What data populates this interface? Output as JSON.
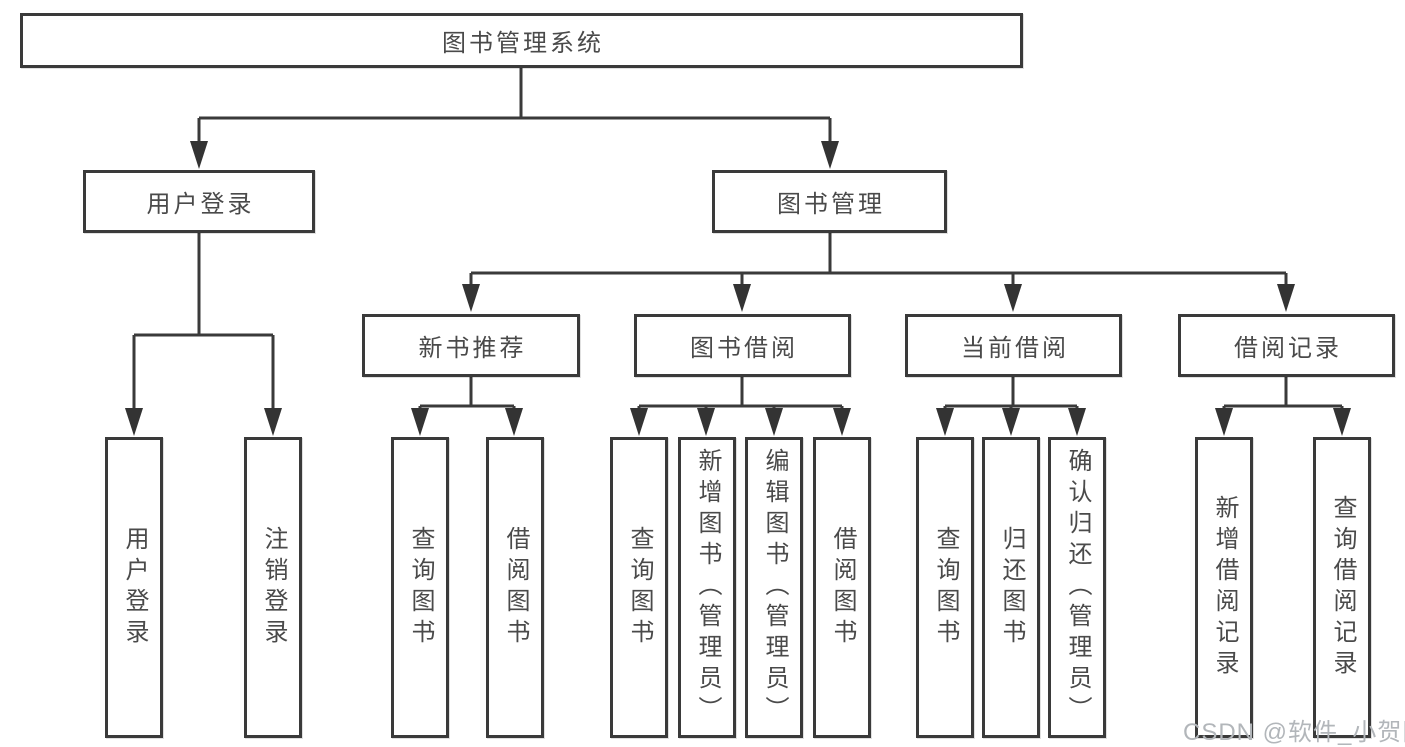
{
  "diagram": {
    "root": {
      "label": "图书管理系统"
    },
    "level2": [
      {
        "label": "用户登录"
      },
      {
        "label": "图书管理"
      }
    ],
    "level3": [
      {
        "label": "新书推荐",
        "parent": "图书管理"
      },
      {
        "label": "图书借阅",
        "parent": "图书管理"
      },
      {
        "label": "当前借阅",
        "parent": "图书管理"
      },
      {
        "label": "借阅记录",
        "parent": "图书管理"
      }
    ],
    "leaves": [
      {
        "label": "用户登录",
        "parent": "用户登录"
      },
      {
        "label": "注销登录",
        "parent": "用户登录"
      },
      {
        "label": "查询图书",
        "parent": "新书推荐"
      },
      {
        "label": "借阅图书",
        "parent": "新书推荐"
      },
      {
        "label": "查询图书",
        "parent": "图书借阅"
      },
      {
        "label": "新增图书（管理员）",
        "parent": "图书借阅"
      },
      {
        "label": "编辑图书（管理员）",
        "parent": "图书借阅"
      },
      {
        "label": "借阅图书",
        "parent": "图书借阅"
      },
      {
        "label": "查询图书",
        "parent": "当前借阅"
      },
      {
        "label": "归还图书",
        "parent": "当前借阅"
      },
      {
        "label": "确认归还（管理员）",
        "parent": "当前借阅"
      },
      {
        "label": "新增借阅记录",
        "parent": "借阅记录"
      },
      {
        "label": "查询借阅记录",
        "parent": "借阅记录"
      }
    ]
  },
  "watermark": {
    "text": "CSDN @软件_小贺同学"
  },
  "colors": {
    "line": "#3a3a3a",
    "arrow": "#333333",
    "text": "#4a4a4a",
    "watermark": "#b2b6ba",
    "background": "#ffffff"
  }
}
